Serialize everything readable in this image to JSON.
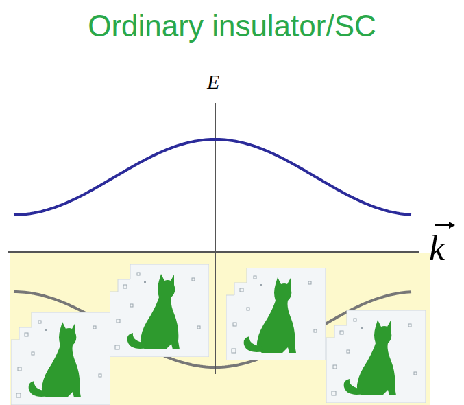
{
  "diagram": {
    "title": "Ordinary insulator/SC",
    "labels": [
      "E",
      "k"
    ]
  }
}
